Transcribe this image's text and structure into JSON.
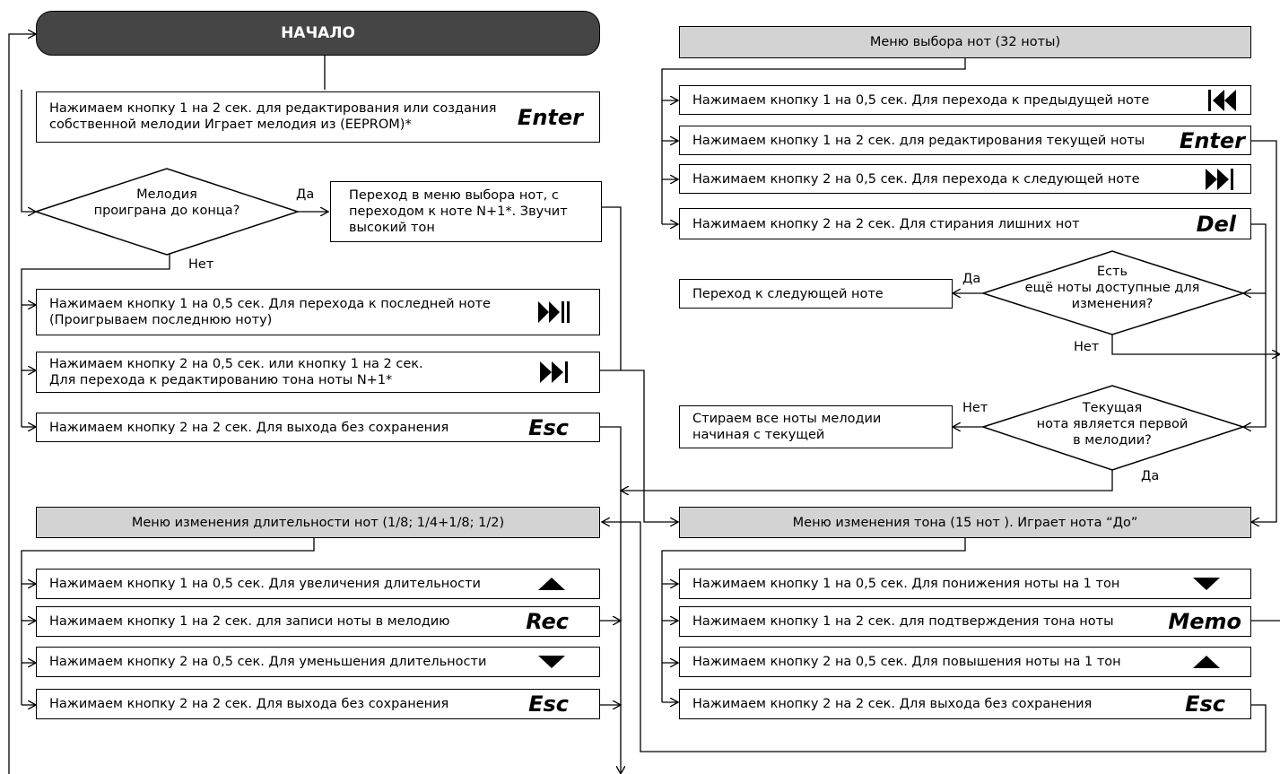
{
  "start_label": "НАЧАЛО",
  "left": {
    "enter_box": {
      "line1": "Нажимаем кнопку 1 на 2 сек. для редактирования или создания",
      "line2": "собственной мелодии Играет мелодия из (EEPROM)*",
      "key": "Enter"
    },
    "decision": {
      "line1": "Мелодия",
      "line2": "проиграна до конца?",
      "yes": "Да",
      "no": "Нет"
    },
    "goto_box": {
      "line1": "Переход в меню выбора нот, с",
      "line2": "переходом к ноте N+1*. Звучит",
      "line3": "высокий тон"
    },
    "last_note_box": {
      "line1": "Нажимаем кнопку 1 на 0,5 сек. Для перехода к последней ноте",
      "line2": "(Проигрываем последнюю ноту)",
      "icon": "skip-end-icon"
    },
    "edit_next_box": {
      "line1": "Нажимаем кнопку 2 на 0,5 сек. или кнопку 1 на 2 сек.",
      "line2": "Для перехода к редактированию тона ноты N+1*",
      "icon": "next-track-icon"
    },
    "exit_box": {
      "label": "Нажимаем кнопку 2 на 2 сек. Для выхода без сохранения",
      "key": "Esc"
    }
  },
  "duration_menu": {
    "header": "Меню изменения длительности нот (1/8; 1/4+1/8; 1/2)",
    "items": [
      {
        "label": "Нажимаем кнопку 1 на 0,5 сек. Для увеличения длительности",
        "icon": "triangle-up-icon"
      },
      {
        "label": "Нажимаем кнопку 1 на 2 сек. для записи ноты в мелодию",
        "key": "Rec"
      },
      {
        "label": "Нажимаем кнопку 2 на 0,5 сек. Для уменьшения длительности",
        "icon": "triangle-down-icon"
      },
      {
        "label": "Нажимаем кнопку 2 на 2 сек. Для выхода без сохранения",
        "key": "Esc"
      }
    ]
  },
  "note_menu": {
    "header": "Меню выбора нот (32 ноты)",
    "items": [
      {
        "label": "Нажимаем кнопку 1 на 0,5 сек. Для перехода к предыдущей ноте",
        "icon": "previous-track-icon"
      },
      {
        "label": "Нажимаем кнопку 1 на 2 сек. для редактирования текущей ноты",
        "key": "Enter"
      },
      {
        "label": "Нажимаем кнопку 2 на 0,5 сек. Для перехода к следующей ноте",
        "icon": "next-track-icon"
      },
      {
        "label": "Нажимаем кнопку 2 на 2 сек. Для стирания лишних нот",
        "key": "Del"
      }
    ],
    "decision_more": {
      "line1": "Есть",
      "line2": "ещё ноты  доступные для",
      "line3": "изменения?",
      "yes": "Да",
      "no": "Нет"
    },
    "next_note_box": "Переход к следующей ноте",
    "decision_first": {
      "line1": "Текущая",
      "line2": "нота является первой",
      "line3": "в мелодии?",
      "yes": "Да",
      "no": "Нет"
    },
    "erase_box": {
      "line1": "Стираем все ноты мелодии",
      "line2": "начиная с текущей"
    }
  },
  "tone_menu": {
    "header": "Меню изменения тона (15 нот ). Играет нота “До”",
    "items": [
      {
        "label": "Нажимаем кнопку 1 на 0,5 сек. Для понижения ноты на 1 тон",
        "icon": "triangle-down-icon"
      },
      {
        "label": "Нажимаем кнопку 1 на 2 сек. для подтверждения тона ноты",
        "key": "Memo"
      },
      {
        "label": "Нажимаем кнопку 2 на 0,5 сек. Для повышения ноты на 1 тон",
        "icon": "triangle-up-icon"
      },
      {
        "label": "Нажимаем кнопку 2 на 2 сек. Для выхода без сохранения",
        "key": "Esc"
      }
    ]
  }
}
